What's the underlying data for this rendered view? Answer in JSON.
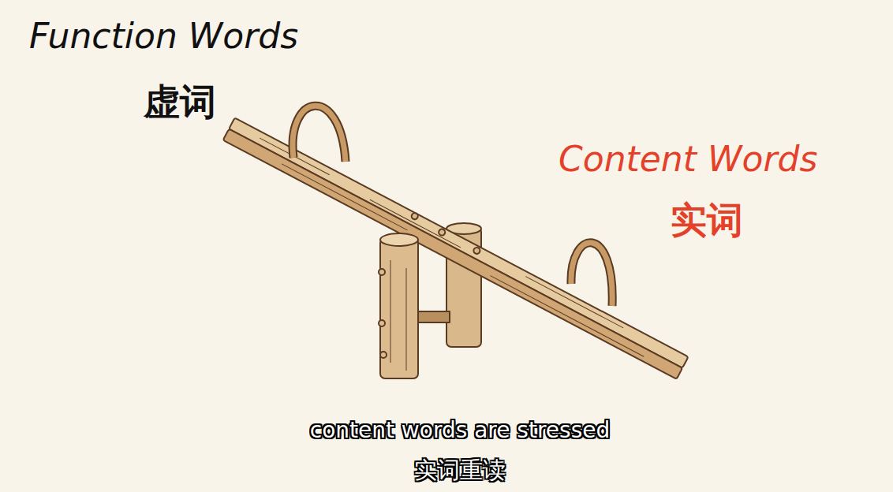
{
  "diagram": {
    "labels": [
      "Function Words",
      "虚词",
      "Content Words",
      "实词",
      "content words are stressed",
      "实词重读"
    ]
  }
}
